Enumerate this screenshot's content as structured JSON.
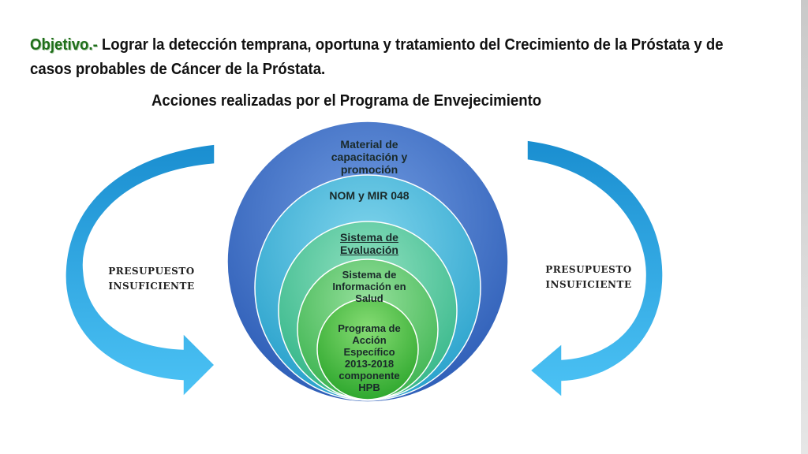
{
  "header": {
    "objective_label": "Objetivo.-",
    "objective_text": " Lograr la detección temprana, oportuna y tratamiento del Crecimiento de la Próstata y  de casos probables de Cáncer de la Próstata.",
    "subtitle": "Acciones realizadas por el Programa de Envejecimiento"
  },
  "diagram": {
    "rings": [
      {
        "label": "Material de capacitación y promoción",
        "color": "#3d73c9"
      },
      {
        "label": "NOM y MIR 048",
        "color": "#3fb4d8"
      },
      {
        "label": "Sistema de Evaluación",
        "color": "#4ec99e"
      },
      {
        "label": "Sistema de Información en Salud",
        "color": "#57c868"
      },
      {
        "label": "Programa de Acción Específico 2013-2018 componente HPB",
        "color": "#3cb83a"
      }
    ],
    "left_cycle": {
      "line1": "PRESUPUESTO",
      "line2": "INSUFICIENTE",
      "color": "#1a9be0"
    },
    "right_cycle": {
      "line1": "PRESUPUESTO",
      "line2": "INSUFICIENTE",
      "color": "#1a9be0"
    }
  }
}
